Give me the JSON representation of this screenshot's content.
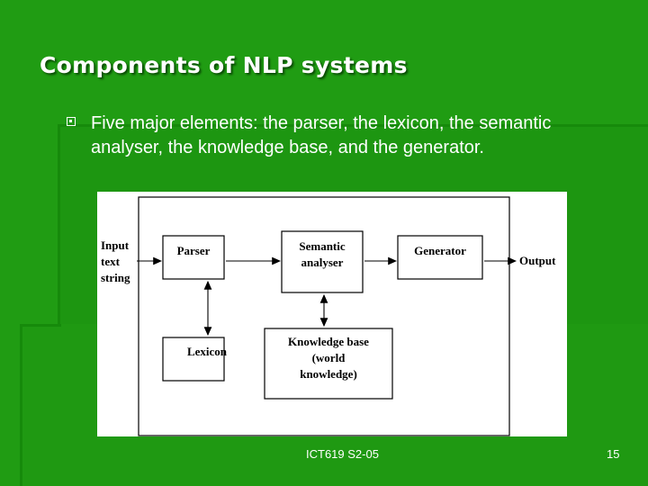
{
  "slide": {
    "title": "Components of NLP systems",
    "bullet": "Five major elements: the parser, the lexicon, the semantic analyser, the knowledge base, and the generator.",
    "footer": "ICT619 S2-05",
    "page_number": "15"
  },
  "diagram": {
    "input_label": [
      "Input",
      "text",
      "string"
    ],
    "output_label": "Output",
    "boxes": {
      "parser": [
        "Parser"
      ],
      "semantic": [
        "Semantic",
        "analyser"
      ],
      "generator": [
        "Generator"
      ],
      "lexicon": [
        "Lexicon"
      ],
      "knowledge": [
        "Knowledge base",
        "(world",
        "knowledge)"
      ]
    }
  },
  "colors": {
    "background": "#1e9a12",
    "text": "#ffffff",
    "diagram_ink": "#000000"
  }
}
